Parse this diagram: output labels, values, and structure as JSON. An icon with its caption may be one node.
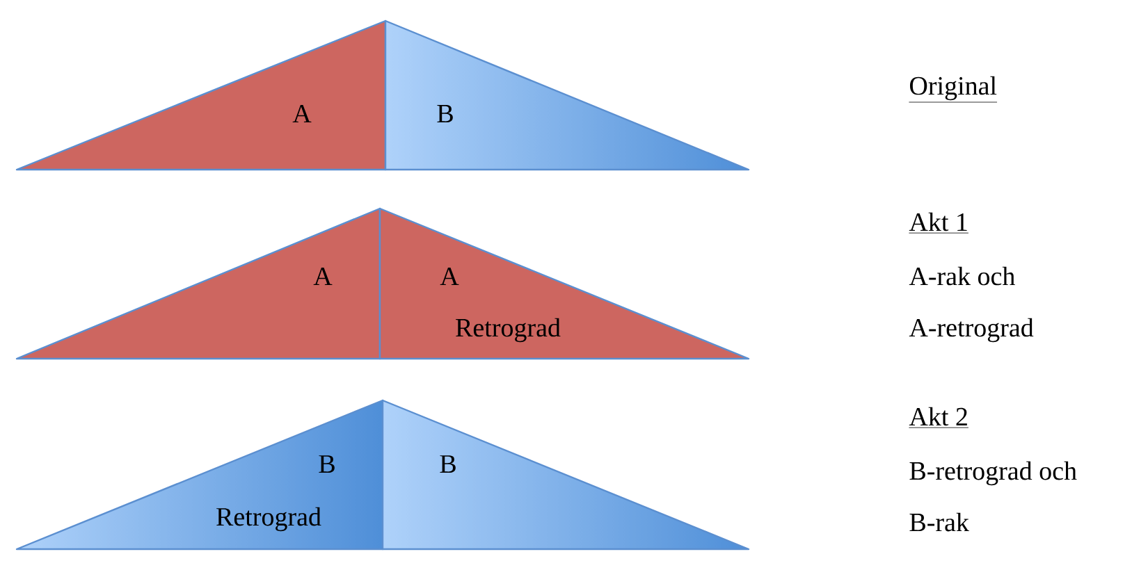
{
  "diagram": {
    "nodes": [
      {
        "text": [
          "A"
        ]
      },
      {
        "text": [
          "B"
        ]
      },
      {
        "text": [
          "A"
        ]
      },
      {
        "text": [
          "A",
          "Retrograd"
        ]
      },
      {
        "text": [
          "B",
          "Retrograd"
        ]
      },
      {
        "text": [
          "B"
        ]
      }
    ],
    "labels": [
      "Original",
      "Akt 1",
      "A-rak och",
      "A-retrograd",
      "Akt 2",
      "B-retrograd och",
      "B-rak"
    ]
  }
}
